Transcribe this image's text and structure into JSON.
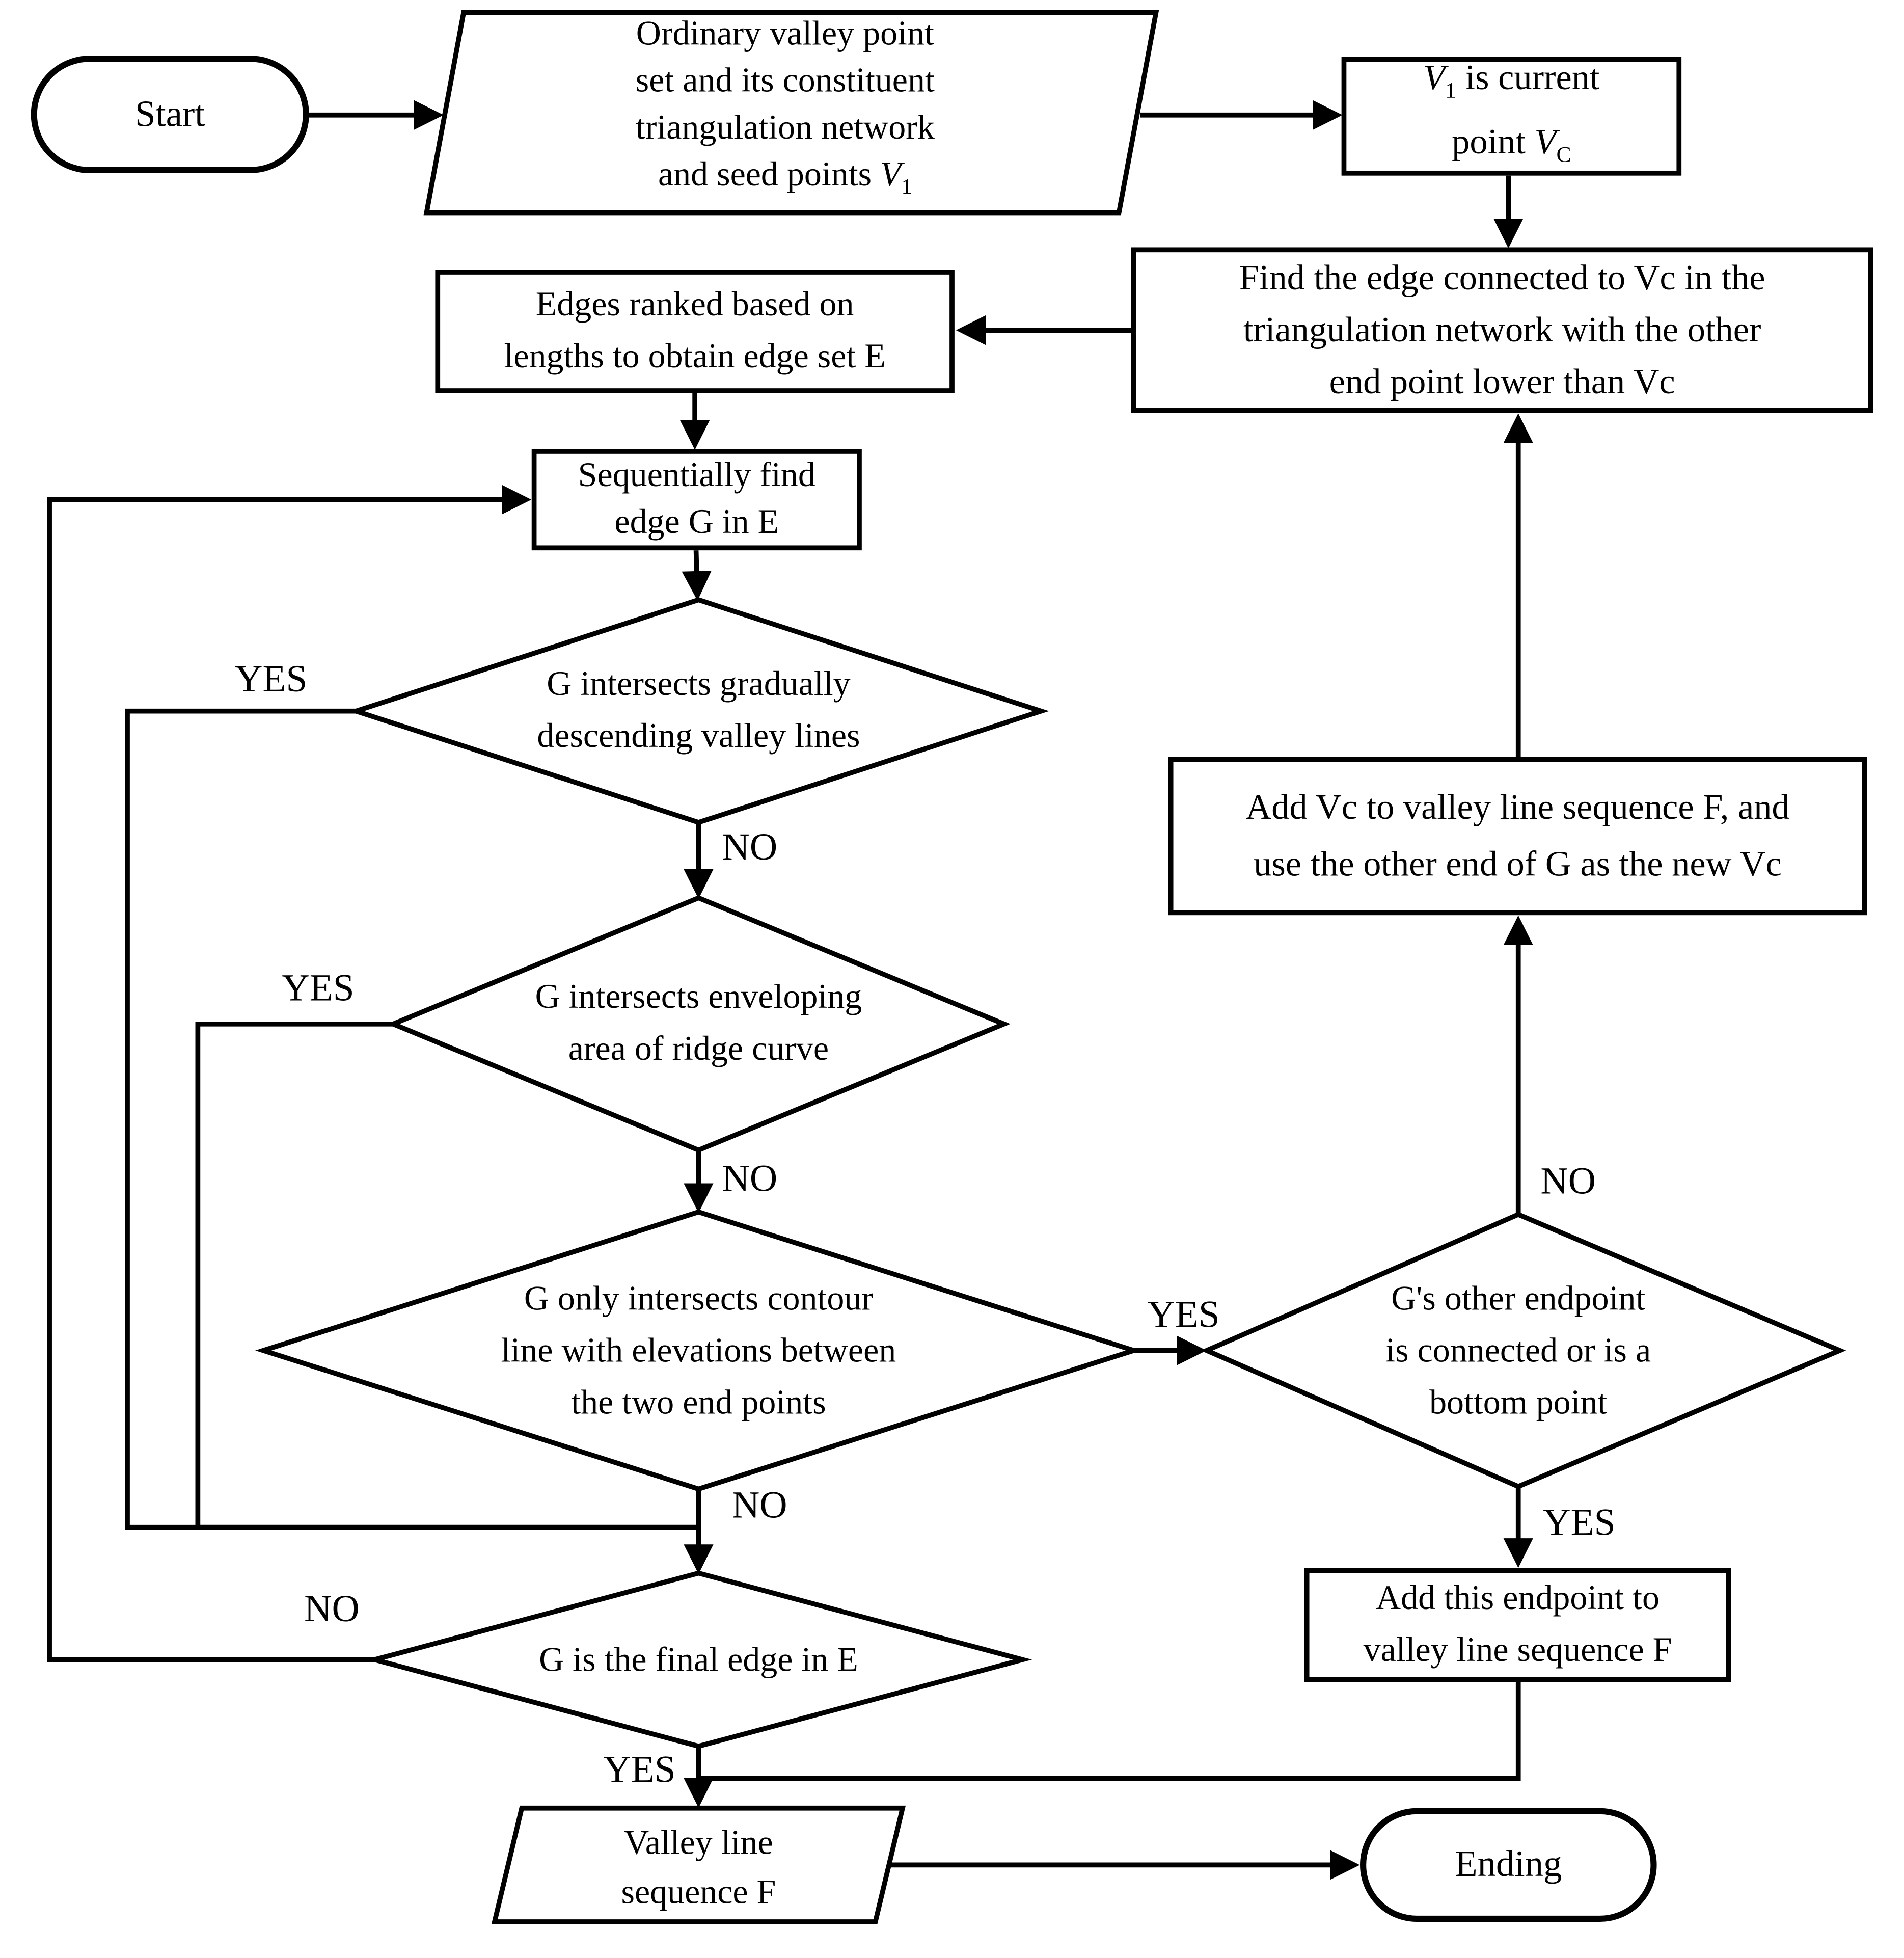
{
  "colors": {
    "line": "#000000",
    "background": "#ffffff"
  },
  "labels": {
    "yes": "YES",
    "no": "NO"
  },
  "nodes": {
    "start": {
      "text": "Start"
    },
    "input": {
      "lines": [
        "Ordinary valley point",
        "set and its constituent",
        "triangulation network",
        "and seed points "
      ],
      "var": "V",
      "var_sub": "1"
    },
    "v1box": {
      "line1_var": "V",
      "line1_sub": "1",
      "line1_rest": " is current",
      "line2_pre": "point ",
      "line2_var": "V",
      "line2_sub": "C"
    },
    "find_edge": {
      "lines": [
        "Find the edge connected to Vc in the",
        "triangulation network with the other",
        "end point lower than Vc"
      ]
    },
    "edges_ranked": {
      "lines": [
        "Edges ranked based on",
        "lengths to obtain edge set E"
      ]
    },
    "seq_find": {
      "lines": [
        "Sequentially find",
        "edge G in E"
      ]
    },
    "d1": {
      "lines": [
        "G intersects gradually",
        "descending valley lines"
      ]
    },
    "d2": {
      "lines": [
        "G intersects enveloping",
        "area of ridge curve"
      ]
    },
    "d3": {
      "lines": [
        "G only intersects contour",
        "line with elevations between",
        "the two end points"
      ]
    },
    "d4": {
      "lines": [
        "G's other endpoint",
        "is connected or is a",
        "bottom point"
      ]
    },
    "add_vc": {
      "lines": [
        "Add Vc to valley line sequence F, and",
        "use the other end of G as the new Vc"
      ]
    },
    "add_endpoint": {
      "lines": [
        "Add this endpoint to",
        "valley line sequence F"
      ]
    },
    "d5": {
      "lines": [
        "G is the final edge in E"
      ]
    },
    "output": {
      "lines": [
        "Valley line",
        "sequence F"
      ]
    },
    "ending": {
      "text": "Ending"
    }
  }
}
